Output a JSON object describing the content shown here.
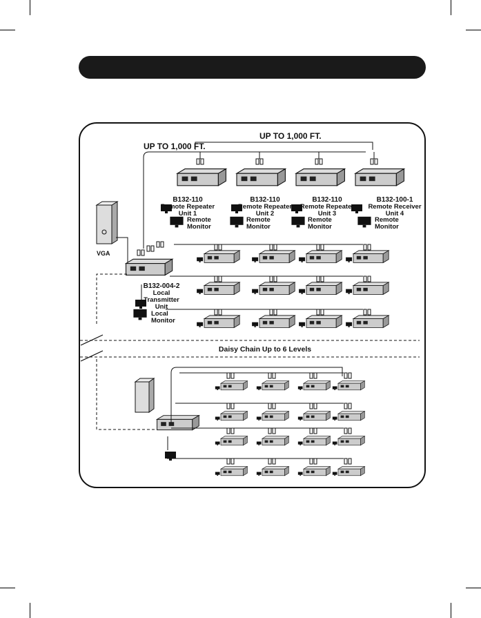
{
  "distance_labels": {
    "upper": "UP TO 1,000 FT.",
    "lower": "UP TO 1,000 FT."
  },
  "units": [
    {
      "model": "B132-110",
      "line1": "Remote Repeater",
      "line2": "Unit 1",
      "monitor": [
        "Remote",
        "Monitor"
      ]
    },
    {
      "model": "B132-110",
      "line1": "Remote Repeater",
      "line2": "Unit 2",
      "monitor": [
        "Remote",
        "Monitor"
      ]
    },
    {
      "model": "B132-110",
      "line1": "Remote Repeater",
      "line2": "Unit 3",
      "monitor": [
        "Remote",
        "Monitor"
      ]
    },
    {
      "model": "B132-100-1",
      "line1": "Remote Receiver",
      "line2": "Unit 4",
      "monitor": [
        "Remote",
        "Monitor"
      ]
    }
  ],
  "source_label": "VGA",
  "transmitter": {
    "model": "B132-004-2",
    "line1": "Local",
    "line2": "Transmitter",
    "line3": "Unit",
    "monitor": [
      "Local",
      "Monitor"
    ]
  },
  "daisy_chain_label": "Daisy Chain Up to 6 Levels",
  "colors": {
    "header_bar": "#1a1a1a",
    "ink": "#111111"
  }
}
